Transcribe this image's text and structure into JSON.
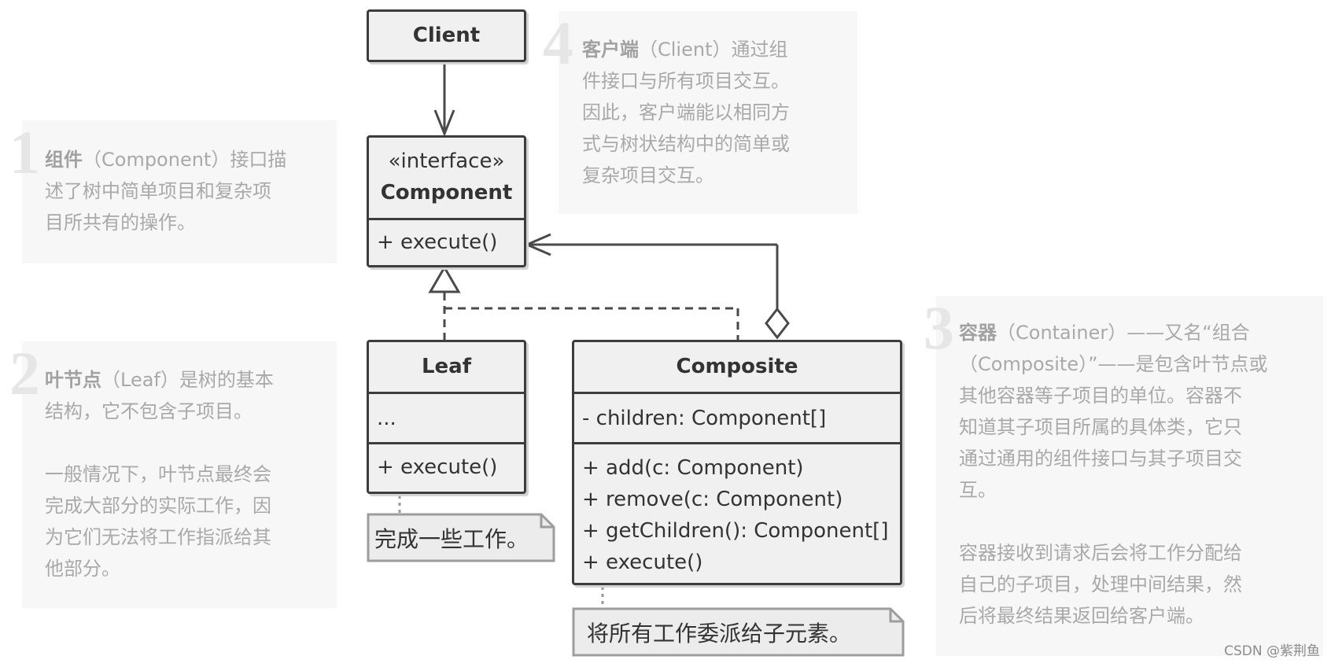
{
  "client": {
    "title": "Client"
  },
  "component": {
    "stereotype": "«interface»",
    "title": "Component",
    "method": "+ execute()"
  },
  "leaf": {
    "title": "Leaf",
    "fields": "...",
    "method": "+ execute()",
    "note": "完成一些工作。"
  },
  "composite": {
    "title": "Composite",
    "field": "- children: Component[]",
    "methods": [
      "+ add(c: Component)",
      "+ remove(c: Component)",
      "+ getChildren(): Component[]",
      "+ execute()"
    ],
    "note": "将所有工作委派给子元素。"
  },
  "panels": {
    "p1": {
      "number": "1",
      "term": "组件",
      "rest_lines": [
        "（Component）接口描",
        "述了树中简单项目和复杂项",
        "目所共有的操作。"
      ]
    },
    "p2": {
      "number": "2",
      "term": "叶节点",
      "rest_lines": [
        "（Leaf）是树的基本",
        "结构，它不包含子项目。"
      ],
      "para2_lines": [
        "一般情况下，叶节点最终会",
        "完成大部分的实际工作，因",
        "为它们无法将工作指派给其",
        "他部分。"
      ]
    },
    "p3": {
      "number": "3",
      "term": "容器",
      "rest_lines": [
        "（Container）——又名“组合",
        "（Composite）”——是包含叶节点或",
        "其他容器等子项目的单位。容器不",
        "知道其子项目所属的具体类，它只",
        "通过通用的组件接口与其子项目交",
        "互。"
      ],
      "para2_lines": [
        "容器接收到请求后会将工作分配给",
        "自己的子项目，处理中间结果，然",
        "后将最终结果返回给客户端。"
      ]
    },
    "p4": {
      "number": "4",
      "term": "客户端",
      "rest_lines": [
        "（Client）通过组",
        "件接口与所有项目交互。",
        "因此，客户端能以相同方",
        "式与树状结构中的简单或",
        "复杂项目交互。"
      ]
    }
  },
  "watermark": "CSDN @紫荆鱼"
}
